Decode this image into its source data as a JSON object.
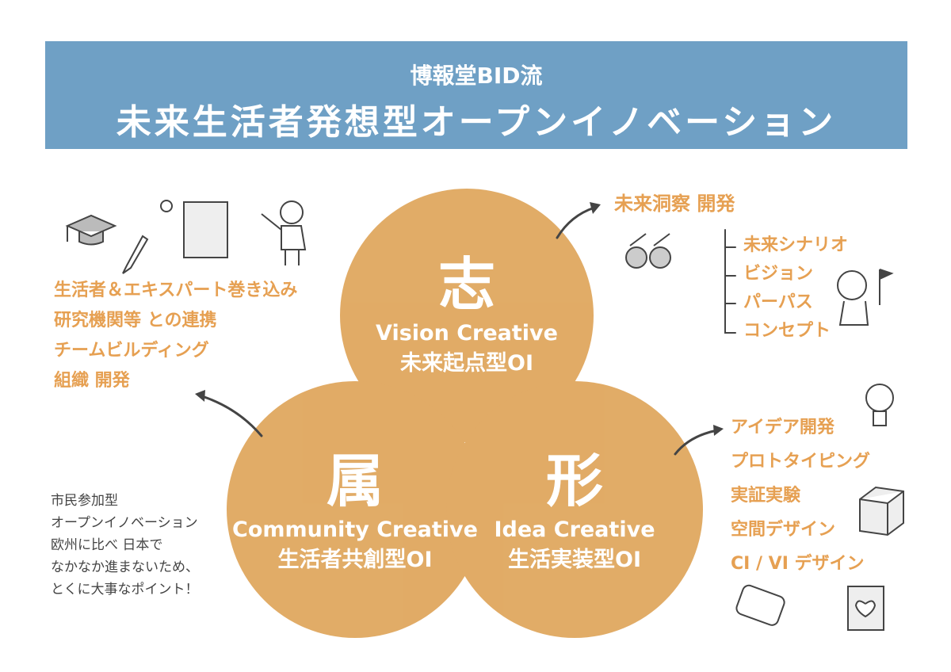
{
  "header": {
    "subtitle": "博報堂BID流",
    "title": "未来生活者発想型オープンイノベーション"
  },
  "circles": [
    {
      "kanji": "志",
      "english": "Vision Creative",
      "japanese": "未来起点型OI"
    },
    {
      "kanji": "属",
      "english": "Community Creative",
      "japanese": "生活者共創型OI"
    },
    {
      "kanji": "形",
      "english": "Idea Creative",
      "japanese": "生活実装型OI"
    }
  ],
  "left_items": [
    "生活者＆エキスパート巻き込み",
    "研究機関等 との連携",
    "チームビルディング",
    "組織 開発"
  ],
  "note": [
    "市民参加型",
    "オープンイノベーション",
    "欧州に比べ 日本で",
    "なかなか進まないため、",
    "とくに大事なポイント！"
  ],
  "vision": {
    "heading": "未来洞察 開発",
    "items": [
      "未来シナリオ",
      "ビジョン",
      "パーパス",
      "コンセプト"
    ]
  },
  "idea_items": [
    "アイデア開発",
    "プロトタイピング",
    "実証実験",
    "空間デザイン",
    "CI / VI デザイン"
  ],
  "colors": {
    "banner": "#6fa0c5",
    "circle": "#dc9d4c",
    "accent_text": "#e6a052"
  }
}
